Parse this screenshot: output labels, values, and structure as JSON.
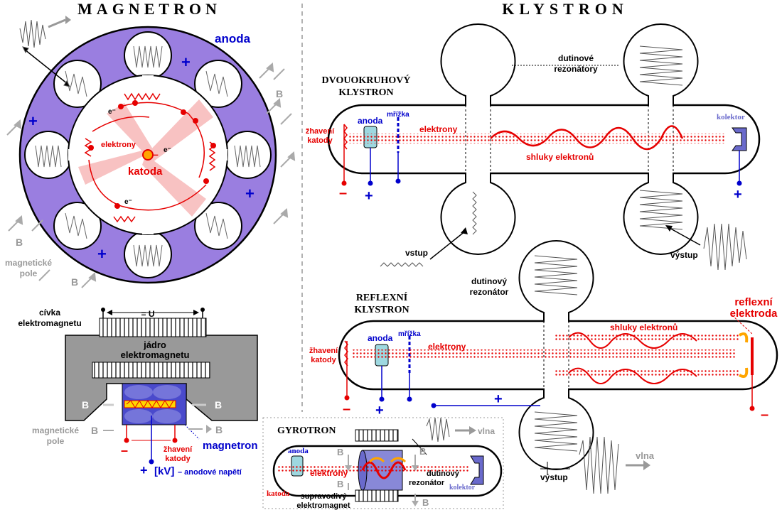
{
  "magnetron": {
    "title": "MAGNETRON",
    "anoda": "anoda",
    "elektrony": "elektrony",
    "katoda": "katoda",
    "electron_symbol": "e⁻",
    "b_label": "B",
    "magneticke_pole_1": "magnetické",
    "magneticke_pole_2": "pole",
    "plus": "+",
    "minus": "–"
  },
  "electromagnet": {
    "cívka_1": "cívka",
    "cívka_2": "elektromagnetu",
    "voltage": "= U",
    "jadro_1": "jádro",
    "jadro_2": "elektromagnetu",
    "b_label": "B",
    "mag_pole_1": "magnetické",
    "mag_pole_2": "pole",
    "zhaveni_1": "žhavení",
    "zhaveni_2": "katody",
    "magnetron": "magnetron",
    "kv": "[kV]",
    "anodove_napeti": "– anodové napětí"
  },
  "klystron": {
    "title": "KLYSTRON",
    "dutinove_1": "dutinové",
    "dutinove_2": "rezonátory",
    "dvouokruhovy_1": "DVOUOKRUHOVÝ",
    "dvouokruhovy_2": "KLYSTRON",
    "zhaveni_1": "žhavení",
    "zhaveni_2": "katody",
    "anoda": "anoda",
    "mrizka": "mřížka",
    "elektrony": "elektrony",
    "shluky": "shluky elektronů",
    "kolektor": "kolektor",
    "vstup": "vstup",
    "vystup": "výstup"
  },
  "reflex": {
    "dutinovy_1": "dutinový",
    "dutinovy_2": "rezonátor",
    "title_1": "REFLEXNÍ",
    "title_2": "KLYSTRON",
    "zhaveni_1": "žhavení",
    "zhaveni_2": "katody",
    "anoda": "anoda",
    "mrizka": "mřížka",
    "elektrony": "elektrony",
    "shluky": "shluky elektronů",
    "reflexni_1": "reflexní",
    "reflexni_2": "elektroda",
    "vystup": "výstup",
    "vlna": "vlna"
  },
  "gyrotron": {
    "title": "GYROTRON",
    "vlna": "vlna",
    "anoda": "anoda",
    "elektrony": "elektrony",
    "dutinovy_1": "dutinový",
    "dutinovy_2": "rezonátor",
    "katoda": "katoda",
    "kolektor": "kolektor",
    "supravodivy_1": "supravodivý",
    "supravodivy_2": "elektromagnet",
    "b_label": "B"
  },
  "colors": {
    "anode": "#9A7EE0",
    "red": "#E60000",
    "blue": "#0000CC",
    "gray": "#999999"
  }
}
